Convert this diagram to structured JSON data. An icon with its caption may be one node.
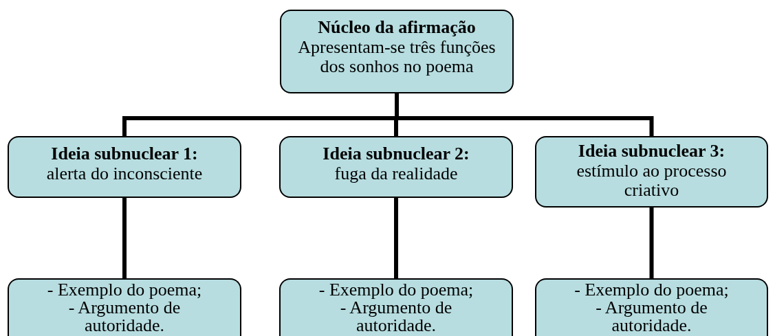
{
  "diagram": {
    "nodes": [
      {
        "text": [
          "Núcleo da afirmação",
          "Apresentam-se três funções dos sonhos no poema"
        ]
      },
      {
        "text": [
          "Ideia subnuclear 1:",
          "alerta do inconsciente"
        ]
      },
      {
        "text": [
          "Ideia subnuclear 2:",
          "fuga da realidade"
        ]
      },
      {
        "text": [
          "Ideia subnuclear 3:",
          "estímulo ao processo criativo"
        ]
      },
      {
        "text": [
          "- Exemplo do poema;",
          "- Argumento de autoridade."
        ]
      },
      {
        "text": [
          "- Exemplo do poema;",
          "- Argumento de autoridade."
        ]
      },
      {
        "text": [
          "- Exemplo do poema;",
          "- Argumento de autoridade."
        ]
      }
    ],
    "edges": [
      {
        "from": 0,
        "to": 1,
        "arrow": "none"
      },
      {
        "from": 0,
        "to": 2,
        "arrow": "none"
      },
      {
        "from": 0,
        "to": 3,
        "arrow": "none"
      },
      {
        "from": 1,
        "to": 4,
        "arrow": "none"
      },
      {
        "from": 2,
        "to": 5,
        "arrow": "none"
      },
      {
        "from": 3,
        "to": 6,
        "arrow": "none"
      }
    ]
  }
}
